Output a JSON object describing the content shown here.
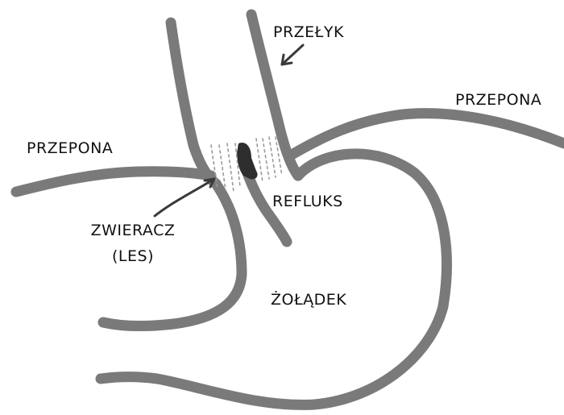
{
  "labels": {
    "esophagus": "PRZEŁYK",
    "diaphragm_left": "PRZEPONA",
    "diaphragm_right": "PRZEPONA",
    "reflux": "REFLUKS",
    "sphincter_line1": "ZWIERACZ",
    "sphincter_line2": "(LES)",
    "stomach": "ŻOŁĄDEK"
  },
  "colors": {
    "outline": "#7a7a7a",
    "arrow": "#111111",
    "reflux": "#2e2e2e",
    "text": "#111111",
    "background": "#ffffff"
  }
}
